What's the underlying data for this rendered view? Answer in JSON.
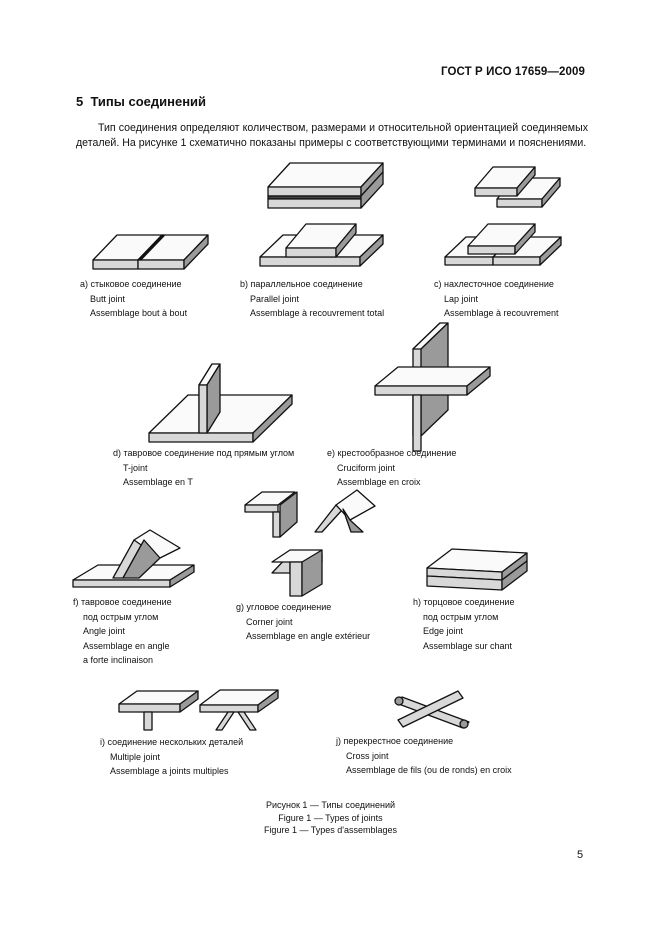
{
  "header": {
    "standard": "ГОСТ Р ИСО 17659—2009"
  },
  "section": {
    "number": "5",
    "title": "Типы соединений"
  },
  "intro": "Тип соединения определяют количеством, размерами и относительной ориентацией соединяемых деталей. На рисунке 1 схематично показаны примеры с соответствующими терминами и пояснениями.",
  "joints": [
    {
      "ru": "a) стыковое соединение",
      "en": "Butt joint",
      "fr": "Assemblage bout à bout"
    },
    {
      "ru": "b) параллельное соединение",
      "en": "Parallel joint",
      "fr": "Assemblage à recouvrement total"
    },
    {
      "ru": "c) нахлесточное соединение",
      "en": "Lap joint",
      "fr": "Assemblage à recouvrement"
    },
    {
      "ru": "d) тавровое соединение под прямым углом",
      "en": "T-joint",
      "fr": "Assemblage en T"
    },
    {
      "ru": "e) крестообразное соединение",
      "en": "Cruciform joint",
      "fr": "Assemblage en croix"
    },
    {
      "ru": "f) тавровое соединение",
      "ru2": "под острым углом",
      "en": "Angle joint",
      "fr": "Assemblage en angle",
      "fr2": "a forte inclinaison"
    },
    {
      "ru": "g) угловое соединение",
      "en": "Corner joint",
      "fr": "Assemblage en angle extérieur"
    },
    {
      "ru": "h) торцовое соединение",
      "ru2": "под острым углом",
      "en": "Edge joint",
      "fr": "Assemblage sur chant"
    },
    {
      "ru": "i) соединение нескольких деталей",
      "en": "Multiple joint",
      "fr": "Assemblage a joints multiples"
    },
    {
      "ru": "j) перекрестное соединение",
      "en": "Cross joint",
      "fr": "Assemblage de fils (ou de ronds) en croix"
    }
  ],
  "figure_caption": {
    "ru": "Рисунок 1 — Типы соединений",
    "en": "Figure 1 — Types of joints",
    "fr": "Figure 1 — Types d'assemblages"
  },
  "page_number": "5"
}
